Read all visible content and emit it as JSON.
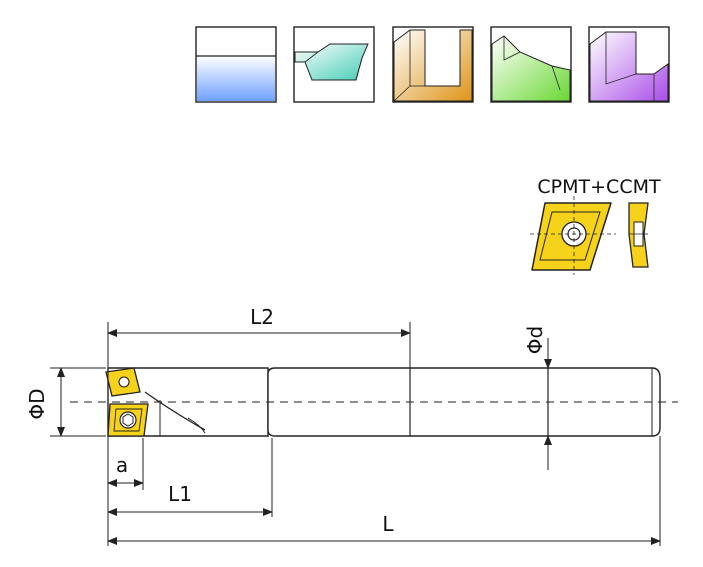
{
  "insert": {
    "label": "CPMT+CCMT",
    "colors": {
      "fill": "#f7d21a",
      "edge": "#222222"
    }
  },
  "applications": [
    {
      "name": "face-milling",
      "color": "#7aa8ff"
    },
    {
      "name": "slotting-shallow",
      "color": "#61d6c0"
    },
    {
      "name": "slotting-deep",
      "color": "#e3a02b"
    },
    {
      "name": "shoulder-milling",
      "color": "#7ee04a"
    },
    {
      "name": "side-milling",
      "color": "#b66cf0"
    }
  ],
  "dimensions": {
    "L2": "L2",
    "Phi_d": "Φd",
    "Phi_D": "ΦD",
    "a": "a",
    "L1": "L1",
    "L": "L"
  },
  "colors": {
    "line": "#222222",
    "body": "#ffffff"
  }
}
